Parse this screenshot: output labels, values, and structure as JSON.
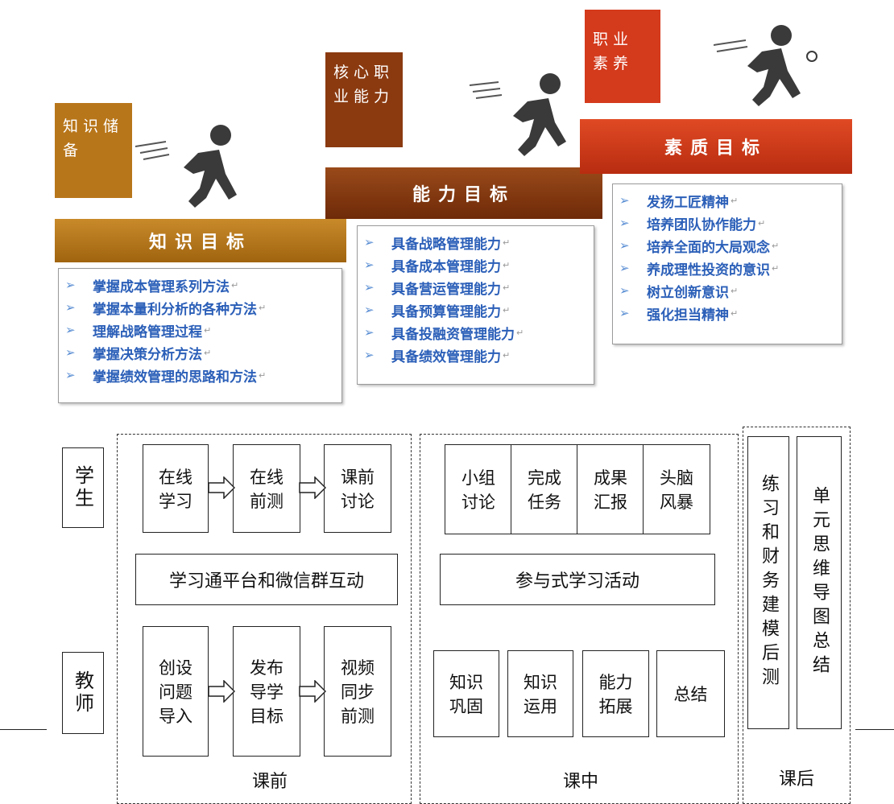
{
  "top": {
    "knowledge": {
      "tag": "知识储备",
      "band": "知识目标",
      "items": [
        "掌握成本管理系列方法",
        "掌握本量利分析的各种方法",
        "理解战略管理过程",
        "掌握决策分析方法",
        "掌握绩效管理的思路和方法"
      ]
    },
    "ability": {
      "tag": "核心职业能力",
      "band": "能力目标",
      "items": [
        "具备战略管理能力",
        "具备成本管理能力",
        "具备营运管理能力",
        "具备预算管理能力",
        "具备投融资管理能力",
        "具备绩效管理能力"
      ]
    },
    "quality": {
      "tag": "职业素养",
      "band": "素质目标",
      "items": [
        "发扬工匠精神",
        "培养团队协作能力",
        "培养全面的大局观念",
        "养成理性投资的意识",
        "树立创新意识",
        "强化担当精神"
      ]
    },
    "bullet": "➢",
    "para_mark": "↵",
    "colors": {
      "knowledge": "#b8761a",
      "ability": "#8b3a10",
      "quality": "#d43a1c",
      "list_text": "#2b5fb8"
    }
  },
  "bottom": {
    "roles": {
      "student": "学生",
      "teacher": "教师"
    },
    "pre": {
      "label": "课前",
      "student_steps": [
        "在线学习",
        "在线前测",
        "课前讨论"
      ],
      "platform": "学习通平台和微信群互动",
      "teacher_steps": [
        "创设问题导入",
        "发布导学目标",
        "视频同步前测"
      ]
    },
    "in": {
      "label": "课中",
      "student_steps": [
        "小组讨论",
        "完成任务",
        "成果汇报",
        "头脑风暴"
      ],
      "activity": "参与式学习活动",
      "teacher_steps": [
        "知识巩固",
        "知识运用",
        "能力拓展",
        "总结"
      ]
    },
    "post": {
      "label": "课后",
      "col1": "练习和财务建模后测",
      "col2": "单元思维导图总结"
    }
  }
}
